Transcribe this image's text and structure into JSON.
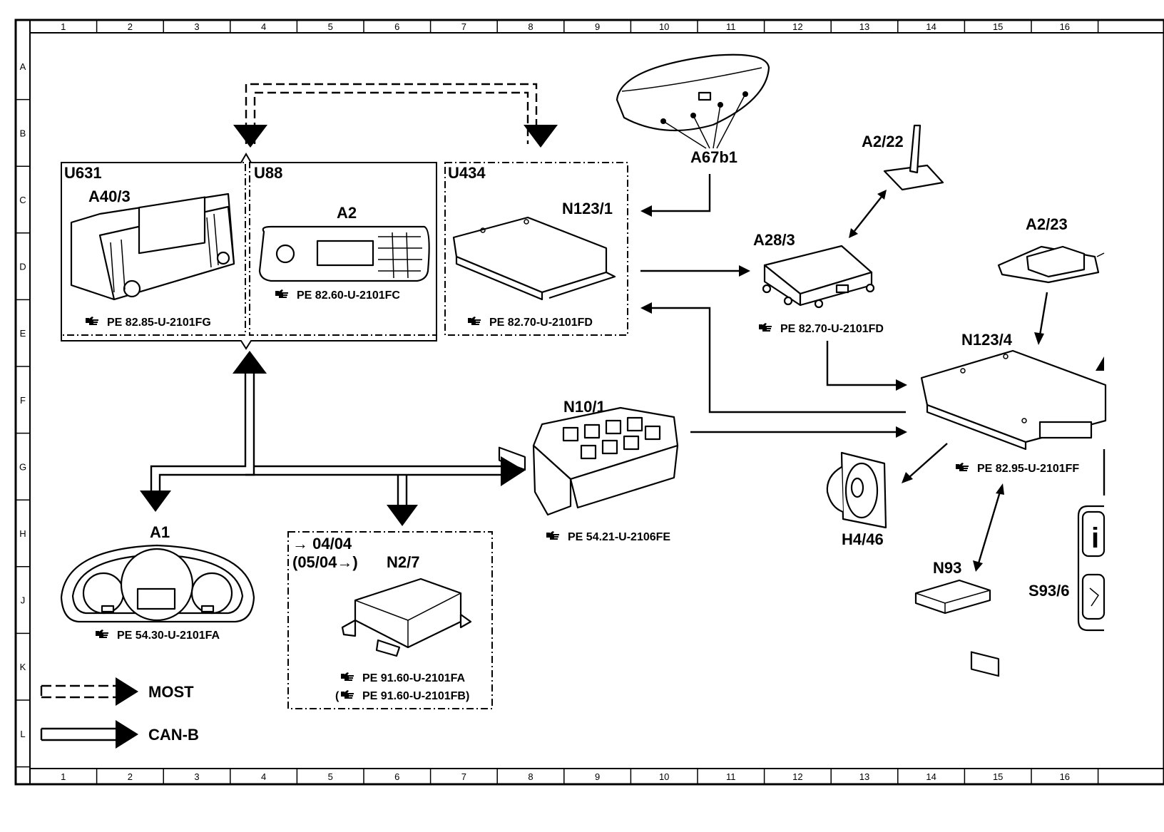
{
  "grid": {
    "columns": [
      "1",
      "2",
      "3",
      "4",
      "5",
      "6",
      "7",
      "8",
      "9",
      "10",
      "11",
      "12",
      "13",
      "14",
      "15",
      "16"
    ],
    "rows": [
      "A",
      "B",
      "C",
      "D",
      "E",
      "F",
      "G",
      "H",
      "J",
      "K",
      "L"
    ]
  },
  "groups": {
    "u631": "U631",
    "u88": "U88",
    "u434": "U434",
    "n27_date1": "→ 04/04",
    "n27_date2": "(05/04→)"
  },
  "components": {
    "a40_3": {
      "label": "A40/3",
      "ref": "PE 82.85-U-2101FG"
    },
    "a2": {
      "label": "A2",
      "ref": "PE 82.60-U-2101FC"
    },
    "n123_1": {
      "label": "N123/1",
      "ref": "PE 82.70-U-2101FD"
    },
    "a67b1": {
      "label": "A67b1"
    },
    "a2_22": {
      "label": "A2/22"
    },
    "a28_3": {
      "label": "A28/3",
      "ref": "PE 82.70-U-2101FD"
    },
    "a2_23": {
      "label": "A2/23"
    },
    "n123_4": {
      "label": "N123/4",
      "ref": "PE 82.95-U-2101FF"
    },
    "n10_1": {
      "label": "N10/1",
      "ref": "PE 54.21-U-2106FE"
    },
    "h4_46": {
      "label": "H4/46"
    },
    "n93": {
      "label": "N93"
    },
    "s93_6": {
      "label": "S93/6"
    },
    "a1": {
      "label": "A1",
      "ref": "PE 54.30-U-2101FA"
    },
    "n2_7": {
      "label": "N2/7",
      "ref": "PE 91.60-U-2101FA",
      "ref2": "(",
      "ref2b": "PE 91.60-U-2101FB)"
    }
  },
  "legend": {
    "most": "MOST",
    "canb": "CAN-B"
  },
  "icons": [
    "pointing-hand-icon"
  ]
}
